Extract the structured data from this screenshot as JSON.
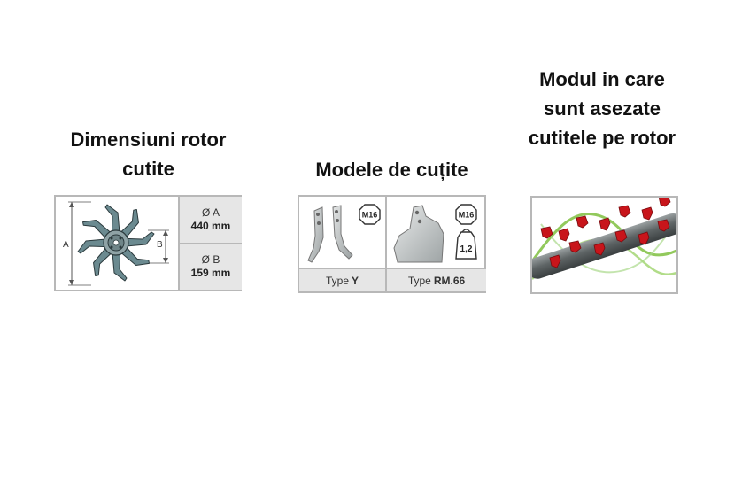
{
  "headings": {
    "rotor_dimensions": "Dimensiuni rotor cutite",
    "blade_models": "Modele de cuțite",
    "blade_arrangement": "Modul in care sunt asezate cutitele pe rotor"
  },
  "rotor_panel": {
    "dim_label_a": "A",
    "dim_label_b": "B",
    "rows": [
      {
        "label": "Ø A",
        "value": "440 mm"
      },
      {
        "label": "Ø B",
        "value": "159 mm"
      }
    ]
  },
  "blades_panel": {
    "models": [
      {
        "prefix": "Type",
        "name": "Y",
        "badges": [
          "M16"
        ]
      },
      {
        "prefix": "Type",
        "name": "RM.66",
        "badges": [
          "M16",
          "1,2"
        ]
      }
    ]
  },
  "colors": {
    "blade_red": "#c8151b",
    "shaft_grey": "#5f6566",
    "helix_green": "#7fbf3f",
    "table_grey": "#e6e6e6",
    "border_grey": "#b8b8b8"
  }
}
